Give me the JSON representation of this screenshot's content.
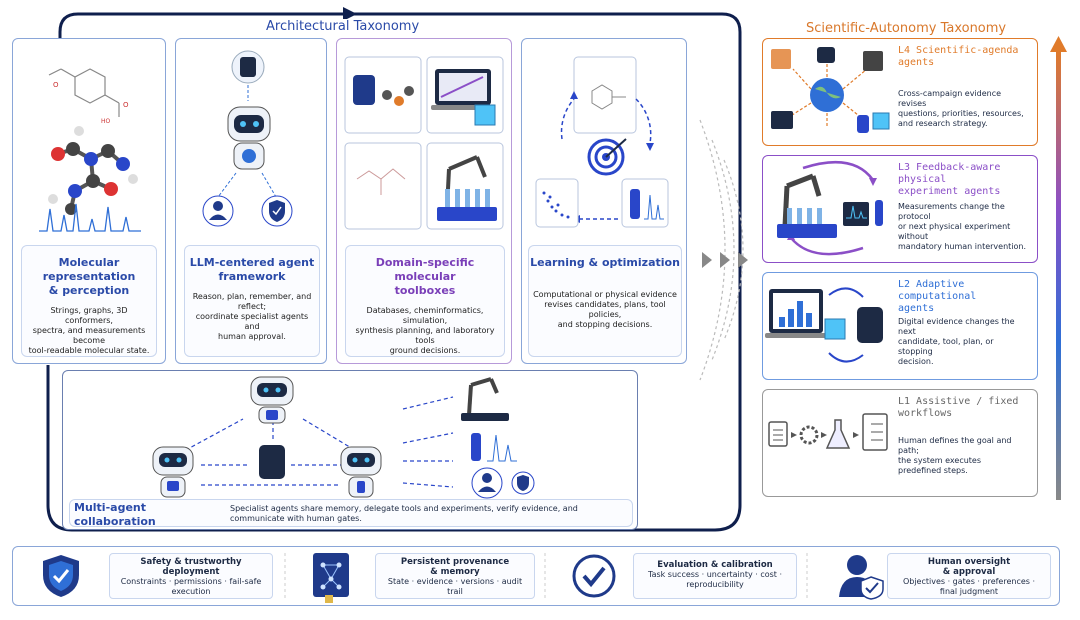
{
  "architectural": {
    "title": "Architectural Taxonomy",
    "panels": [
      {
        "title": "Molecular representation\n& perception",
        "body": "Strings, graphs, 3D\nconformers,\nspectra, and measurements\nbecome\ntool-readable molecular state."
      },
      {
        "title": "LLM-centered agent\nframework",
        "body": "Reason, plan, remember, and\nreflect;\ncoordinate specialist agents\nand\nhuman approval."
      },
      {
        "title": "Domain-specific molecular\ntoolboxes",
        "body": "Databases, cheminformatics,\nsimulation,\nsynthesis planning, and laboratory\ntools\nground decisions."
      },
      {
        "title": "Learning & optimization",
        "body": "Computational or physical evidence\nrevises candidates, plans, tool\npolicies,\nand stopping decisions."
      }
    ],
    "multi_agent": {
      "title": "Multi-agent\ncollaboration",
      "body": "Specialist agents share memory, delegate tools and experiments, verify evidence, and\ncommunicate with human gates."
    }
  },
  "autonomy": {
    "title": "Scientific-Autonomy Taxonomy",
    "levels": [
      {
        "title": "L4 Scientific-agenda\nagents",
        "body": "Cross-campaign evidence\nrevises\nquestions, priorities, resources,\nand research strategy.",
        "color": "#e07b2a"
      },
      {
        "title": "L3 Feedback-aware\nphysical\nexperiment agents",
        "body": "Measurements change the\nprotocol\nor next physical experiment\nwithout\nmandatory human intervention.",
        "color": "#8b4fc7"
      },
      {
        "title": "L2 Adaptive computational\nagents",
        "body": "Digital evidence changes the\nnext\ncandidate, tool, plan, or\nstopping\ndecision.",
        "color": "#2f6fd6"
      },
      {
        "title": "L1 Assistive / fixed\nworkflows",
        "body": "Human defines the goal and\npath;\nthe system executes\npredefined steps.",
        "color": "#777777"
      }
    ]
  },
  "footer": [
    {
      "title": "Safety & trustworthy\ndeployment",
      "sub": "Constraints · permissions · fail-safe\nexecution",
      "icon": "shield-check-icon"
    },
    {
      "title": "Persistent provenance\n& memory",
      "sub": "State · evidence · versions · audit\ntrail",
      "icon": "book-network-icon"
    },
    {
      "title": "Evaluation & calibration",
      "sub": "Task success · uncertainty · cost ·\nreproducibility",
      "icon": "check-circle-icon"
    },
    {
      "title": "Human oversight\n& approval",
      "sub": "Objectives · gates · preferences ·\nfinal judgment",
      "icon": "user-shield-icon"
    }
  ],
  "colors": {
    "blue": "#2a4aa8",
    "navy": "#0f1f4d",
    "orange": "#e07b2a",
    "purple": "#8b4fc7",
    "gray": "#777777"
  }
}
